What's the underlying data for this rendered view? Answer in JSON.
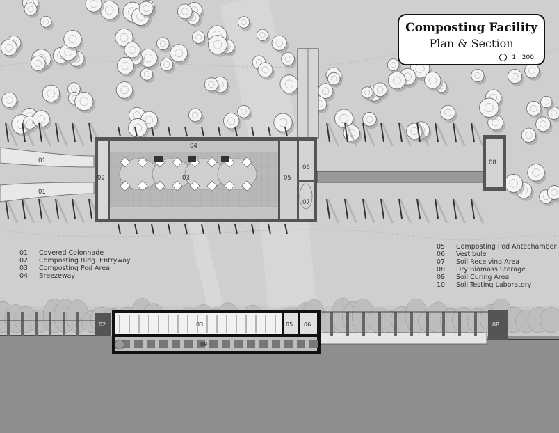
{
  "title": {
    "main": "Composting Facility",
    "subtitle": "Plan & Section",
    "scale": "1 : 200"
  },
  "legend_left": [
    {
      "num": "01",
      "label": "Covered Colonnade"
    },
    {
      "num": "02",
      "label": "Composting Bldg. Entryway"
    },
    {
      "num": "03",
      "label": "Composting Pod Area"
    },
    {
      "num": "04",
      "label": "Breezeway"
    }
  ],
  "legend_right": [
    {
      "num": "05",
      "label": "Composting Pod Antechamber"
    },
    {
      "num": "06",
      "label": "Vestibule"
    },
    {
      "num": "07",
      "label": "Soil Receiving Area"
    },
    {
      "num": "08",
      "label": "Dry Biomass Storage"
    },
    {
      "num": "09",
      "label": "Soil Curing Area"
    },
    {
      "num": "10",
      "label": "Soil Testing Laboratory"
    }
  ],
  "plan_labels": {
    "colonnade_top": "01",
    "colonnade_bottom": "01",
    "entry": "02",
    "pod_area": "03",
    "breezeway": "04",
    "antechamber": "05",
    "vestibule": "06",
    "receiving": "07",
    "storage": "08"
  },
  "section_labels": {
    "entry": "02",
    "pod_area": "03",
    "curing": "09",
    "antechamber": "05",
    "vestibule": "06",
    "storage": "08"
  }
}
